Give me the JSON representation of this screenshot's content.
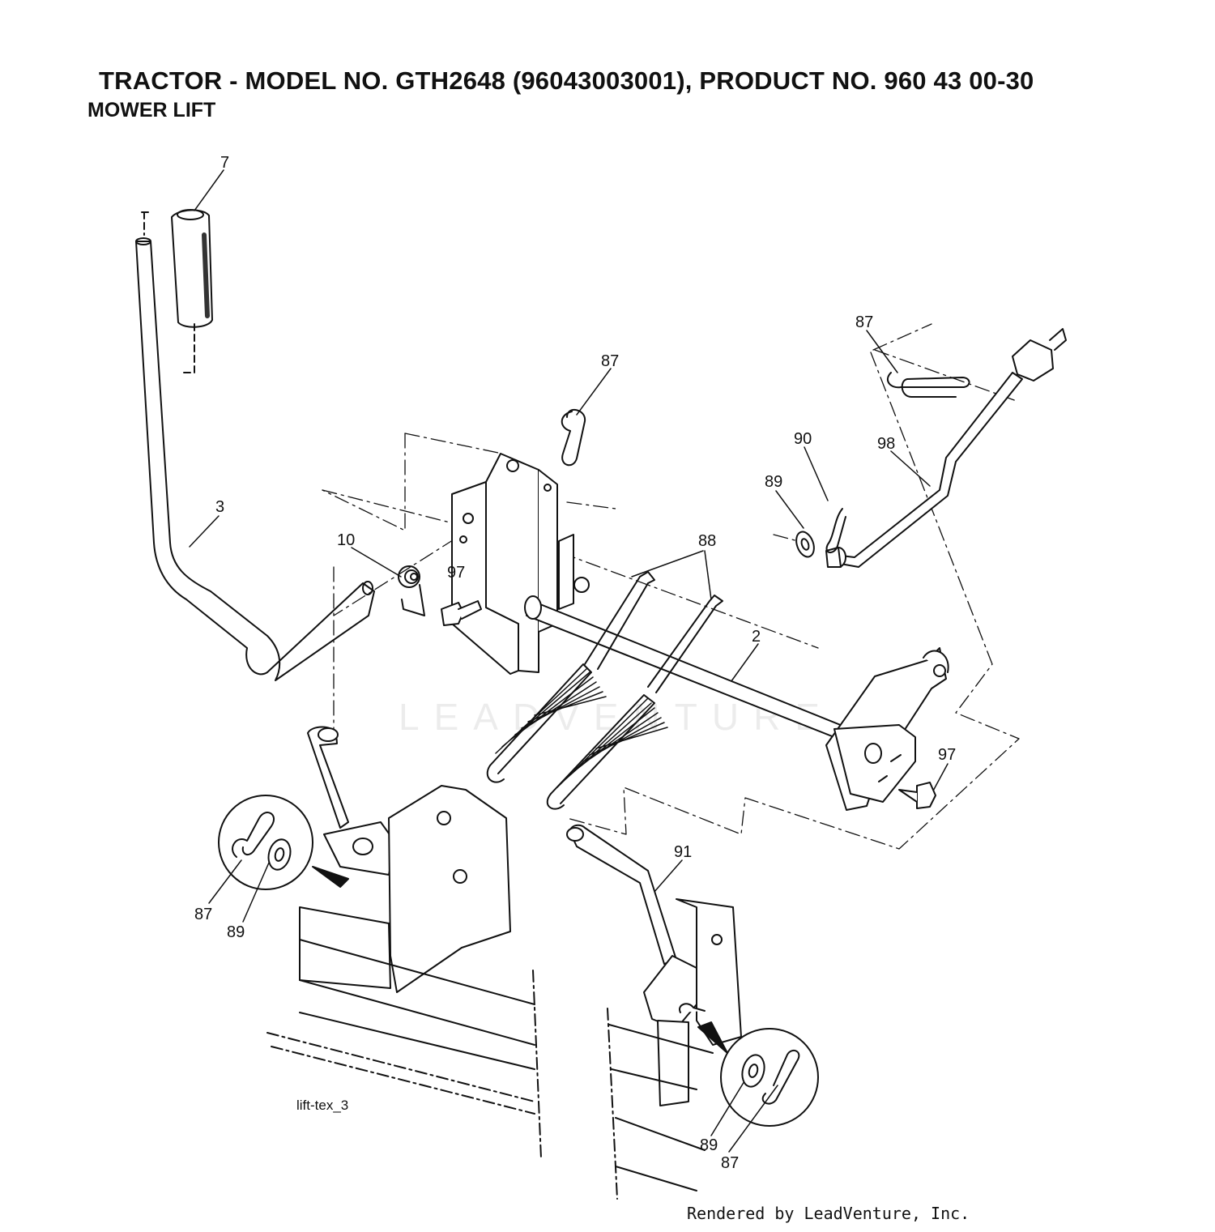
{
  "header": {
    "title": "TRACTOR -  MODEL NO. GTH2648 (96043003001), PRODUCT NO. 960 43 00-30",
    "subtitle": "MOWER LIFT"
  },
  "callouts": {
    "lift_handle_grip": "7",
    "lift_handle": "3",
    "hairpin_upper": "87",
    "hairpin_right": "87",
    "spring_torsion": "10",
    "bolt_left": "97",
    "springs": "88",
    "washer_right": "89",
    "clip_right": "90",
    "rod_adjust": "98",
    "lift_shaft": "2",
    "bolt_right": "97",
    "lift_link": "91",
    "detail_left_hairpin": "87",
    "detail_left_washer": "89",
    "detail_right_washer": "89",
    "detail_right_hairpin": "87"
  },
  "figure_ref": "lift-tex_3",
  "watermark": "LEADVENTURE",
  "credit": "Rendered by LeadVenture, Inc."
}
